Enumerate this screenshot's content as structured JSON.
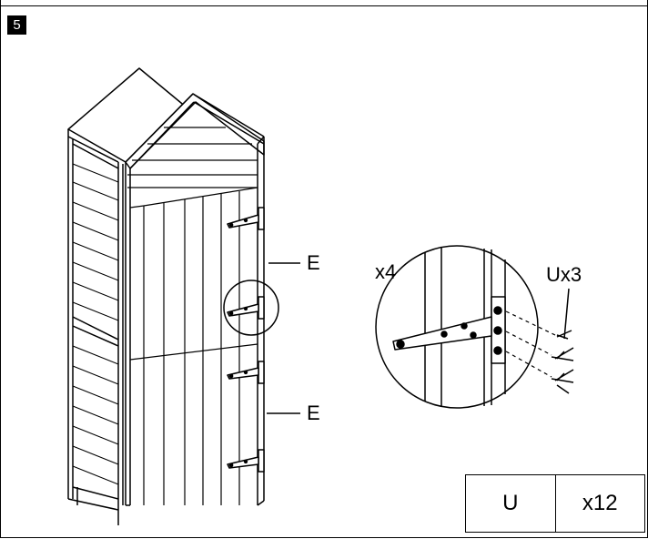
{
  "step": {
    "number": "5"
  },
  "callouts": {
    "hinge_top": "E",
    "hinge_bottom": "E"
  },
  "detail": {
    "hinge_qty": "x4",
    "screw_qty": "Ux3"
  },
  "parts_table": {
    "part": "U",
    "qty": "x12"
  }
}
